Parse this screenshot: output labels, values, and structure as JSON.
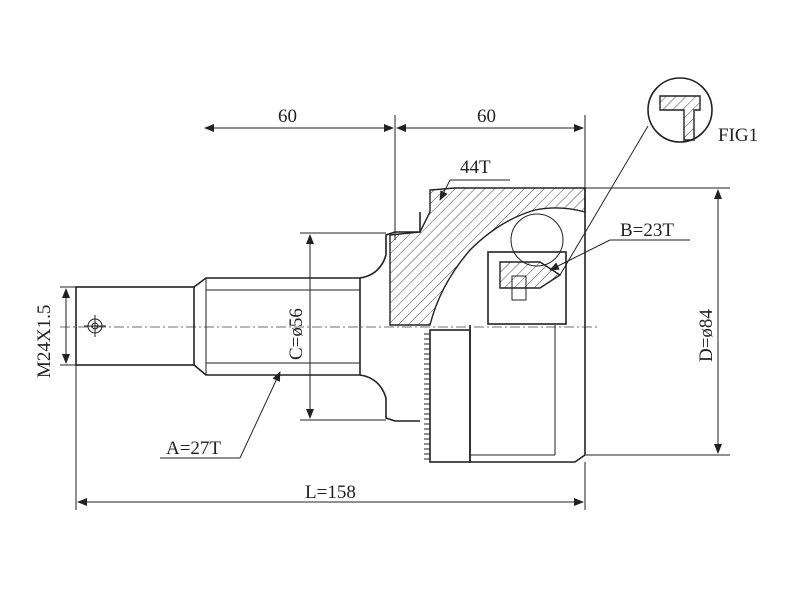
{
  "drawing": {
    "dimensions": {
      "left_span": "60",
      "right_span": "60",
      "outer_teeth": "44T",
      "inner_teeth": "B=23T",
      "shaft_teeth": "A=27T",
      "thread": "M24X1.5",
      "shaft_diameter": "C=ø56",
      "housing_diameter": "D=ø84",
      "overall_length": "L=158"
    },
    "detail_label": "FIG1"
  }
}
